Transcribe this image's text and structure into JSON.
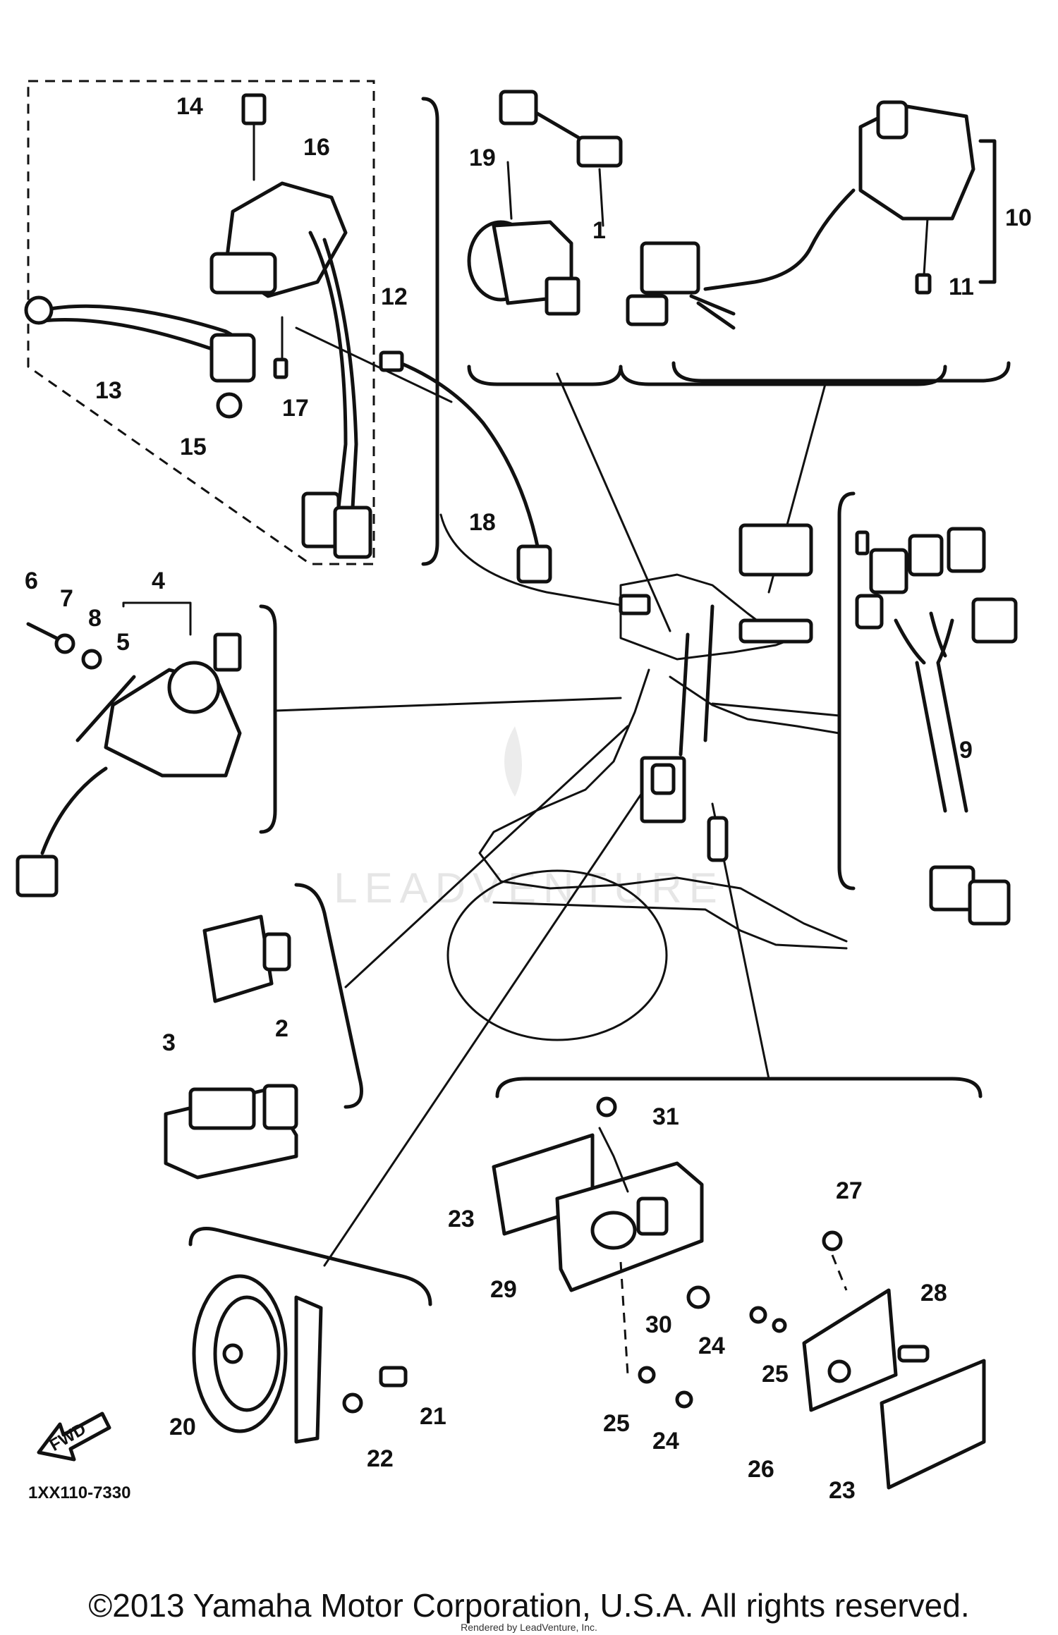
{
  "diagram": {
    "callouts": {
      "c1": "1",
      "c2": "2",
      "c3": "3",
      "c4": "4",
      "c5": "5",
      "c6": "6",
      "c7": "7",
      "c8": "8",
      "c9": "9",
      "c10": "10",
      "c11": "11",
      "c12": "12",
      "c13": "13",
      "c14": "14",
      "c15": "15",
      "c16": "16",
      "c17": "17",
      "c18": "18",
      "c19": "19",
      "c20": "20",
      "c21": "21",
      "c22": "22",
      "c23a": "23",
      "c23b": "23",
      "c24a": "24",
      "c24b": "24",
      "c25a": "25",
      "c25b": "25",
      "c26": "26",
      "c27": "27",
      "c28": "28",
      "c29": "29",
      "c30": "30",
      "c31": "31"
    },
    "fwd_label": "FWD",
    "drawing_code": "1XX110-7330",
    "watermark": "LEADVENTURE"
  },
  "footer": {
    "copyright": "©2013 Yamaha Motor Corporation, U.S.A. All rights reserved.",
    "rendered_by": "Rendered by LeadVenture, Inc."
  }
}
